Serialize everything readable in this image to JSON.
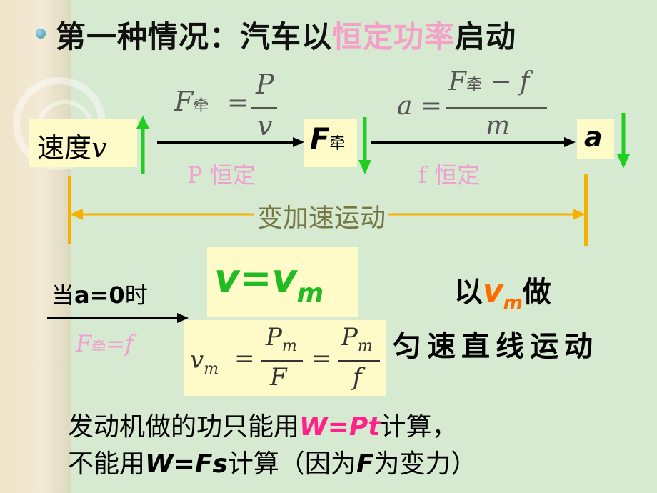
{
  "title": {
    "prefix": "第一种情况：汽车以",
    "highlight": "恒定功率",
    "suffix": "启动"
  },
  "flow": {
    "speed_label": "速度",
    "speed_var": "v",
    "f1_F": "F",
    "f1_sub": "牵",
    "f1_P": "P",
    "f1_v": "v",
    "p_const": "P 恒定",
    "ftraction_F": "F",
    "ftraction_sub": "牵",
    "a_lhs": "a",
    "a_F": "F",
    "a_sub": "牵",
    "a_minus": "− f",
    "a_m": "m",
    "f_const": "f 恒定",
    "a_label": "a",
    "variable_motion": "变加速运动"
  },
  "condition": {
    "text_pre": "当",
    "text_cond": "a=0",
    "text_post": "时",
    "eq_F": "F",
    "eq_sub": "牵",
    "eq_rest": "=f"
  },
  "vm_box": {
    "v": "v",
    "eq": "=",
    "vm": "v",
    "m": "m"
  },
  "vm_formula": {
    "v": "v",
    "m": "m",
    "Pm1": "P",
    "m1": "m",
    "F": "F",
    "Pm2": "P",
    "m2": "m",
    "f": "f"
  },
  "result": {
    "pre": "以",
    "v": "v",
    "m": "m",
    "post": "做",
    "line2": "匀速直线运动"
  },
  "bottom": {
    "line1_pre": "发动机做的功只能用",
    "line1_eq": "W=Pt",
    "line1_post": "计算，",
    "line2_pre": "不能用",
    "line2_eq": "W=Fs",
    "line2_mid": "计算（因为",
    "line2_F": "F",
    "line2_post": "为变力）"
  },
  "colors": {
    "green_arrow": "#22cc22",
    "orange_line": "#f5b000",
    "pink": "#f0a0d0",
    "magenta": "#ff2288",
    "orange_text": "#ff6a00",
    "green_text": "#22bb22"
  }
}
